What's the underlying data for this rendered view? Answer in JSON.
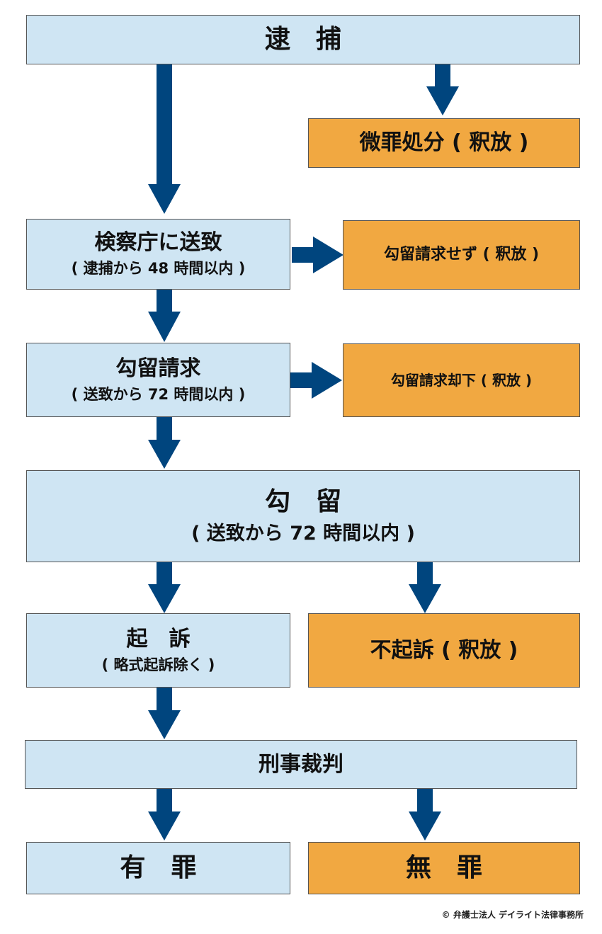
{
  "colors": {
    "step_fill": "#cfe5f3",
    "release_fill": "#f1a841",
    "arrow": "#00457e",
    "border": "#555555"
  },
  "flow": {
    "arrest": "逮　捕",
    "minor_disposition": "微罪処分 ( 釈放 )",
    "referral": {
      "title": "検察庁に送致",
      "note": "( 逮捕から 48 時間以内 )"
    },
    "no_detention_request": "勾留請求せず ( 釈放 )",
    "detention_request": {
      "title": "勾留請求",
      "note": "( 送致から 72 時間以内 )"
    },
    "detention_request_rejected": "勾留請求却下 ( 釈放 )",
    "detention": {
      "title": "勾　留",
      "note": "( 送致から 72 時間以内 )"
    },
    "indictment": {
      "title": "起　訴",
      "note": "( 略式起訴除く )"
    },
    "non_indictment": "不起訴 ( 釈放 )",
    "criminal_trial": "刑事裁判",
    "guilty": "有　罪",
    "not_guilty": "無　罪"
  },
  "copyright": "© 弁護士法人 デイライト法律事務所"
}
